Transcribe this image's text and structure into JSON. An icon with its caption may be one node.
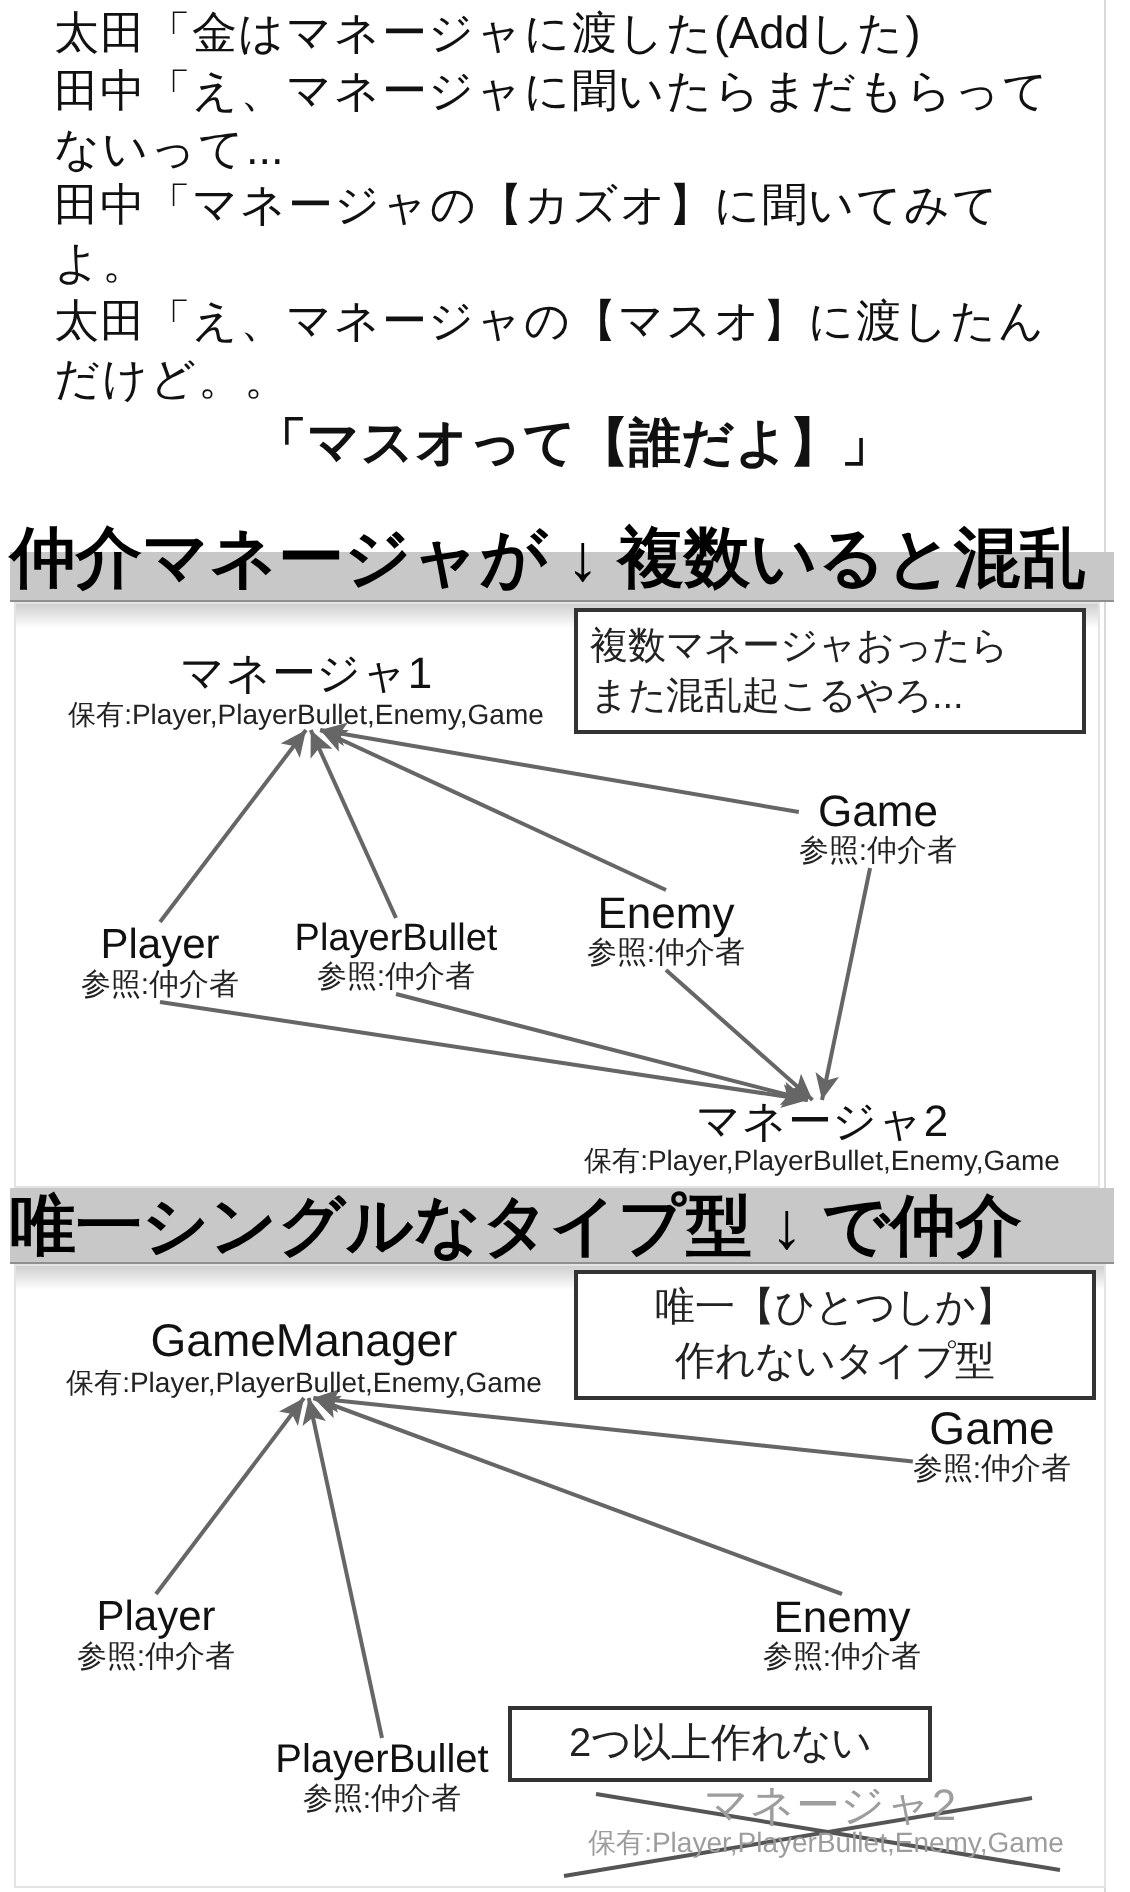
{
  "diagram": {
    "nodes": [
      {
        "text": [
          "仲介マネージャが ↓ 複数いると混乱"
        ]
      },
      {
        "text": [
          "マネージャ1",
          "保有:Player,PlayerBullet,Enemy,Game"
        ],
        "in": 0
      },
      {
        "text": [
          "複数マネージャおったらまた混乱起こるやろ..."
        ],
        "in": 0
      },
      {
        "text": [
          "Game",
          "参照:仲介者"
        ],
        "in": 0
      },
      {
        "text": [
          "Player",
          "参照:仲介者"
        ],
        "in": 0
      },
      {
        "text": [
          "PlayerBullet",
          "参照:仲介者"
        ],
        "in": 0
      },
      {
        "text": [
          "Enemy",
          "参照:仲介者"
        ],
        "in": 0
      },
      {
        "text": [
          "マネージャ2",
          "保有:Player,PlayerBullet,Enemy,Game"
        ],
        "in": 0
      },
      {
        "text": [
          "唯一シングルなタイプ型 ↓ で仲介"
        ]
      },
      {
        "text": [
          "GameManager",
          "保有:Player,PlayerBullet,Enemy,Game"
        ],
        "in": 8
      },
      {
        "text": [
          "唯一【ひとつしか】作れないタイプ型"
        ],
        "in": 8
      },
      {
        "text": [
          "Game",
          "参照:仲介者"
        ],
        "in": 8
      },
      {
        "text": [
          "Player",
          "参照:仲介者"
        ],
        "in": 8
      },
      {
        "text": [
          "Enemy",
          "参照:仲介者"
        ],
        "in": 8
      },
      {
        "text": [
          "2つ以上作れない"
        ],
        "in": 8
      },
      {
        "text": [
          "PlayerBullet",
          "参照:仲介者"
        ],
        "in": 8
      }
    ],
    "edges": [
      {
        "from": 4,
        "to": 1,
        "arrow": "to"
      },
      {
        "from": 5,
        "to": 1,
        "arrow": "to"
      },
      {
        "from": 6,
        "to": 1,
        "arrow": "to"
      },
      {
        "from": 3,
        "to": 1,
        "arrow": "to"
      },
      {
        "from": 4,
        "to": 7,
        "arrow": "to"
      },
      {
        "from": 5,
        "to": 7,
        "arrow": "to"
      },
      {
        "from": 6,
        "to": 7,
        "arrow": "to"
      },
      {
        "from": 3,
        "to": 7,
        "arrow": "to"
      },
      {
        "from": 12,
        "to": 9,
        "arrow": "to"
      },
      {
        "from": 15,
        "to": 9,
        "arrow": "to"
      },
      {
        "from": 13,
        "to": 9,
        "arrow": "to"
      },
      {
        "from": 11,
        "to": 9,
        "arrow": "to"
      }
    ],
    "labels": [
      "太田「金はマネージャに渡した(Addした)",
      "田中「え、マネージャに聞いたらまだもらってないって...",
      "田中「マネージャの【カズオ】に聞いてみてよ。",
      "太田「え、マネージャの【マスオ】に渡したんだけど。。",
      "「マスオって【誰だよ】」",
      "マネージャ2",
      "保有:Player,PlayerBullet,Enemy,Game"
    ]
  }
}
